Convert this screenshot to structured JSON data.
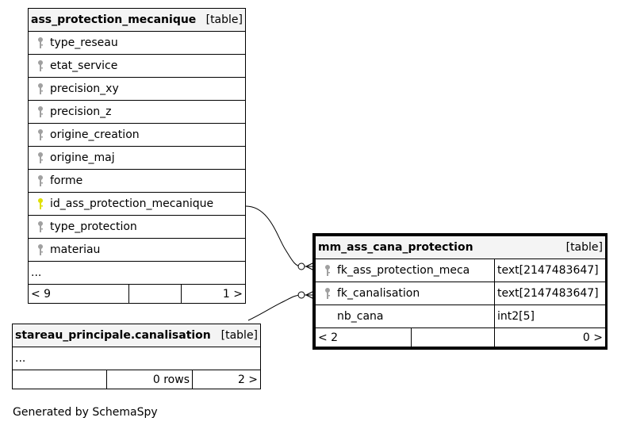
{
  "tables": {
    "ass_protection_mecanique": {
      "name": "ass_protection_mecanique",
      "type": "[table]",
      "columns": [
        {
          "name": "type_reseau",
          "key": "gray-key-icon"
        },
        {
          "name": "etat_service",
          "key": "gray-key-icon"
        },
        {
          "name": "precision_xy",
          "key": "gray-key-icon"
        },
        {
          "name": "precision_z",
          "key": "gray-key-icon"
        },
        {
          "name": "origine_creation",
          "key": "gray-key-icon"
        },
        {
          "name": "origine_maj",
          "key": "gray-key-icon"
        },
        {
          "name": "forme",
          "key": "gray-key-icon"
        },
        {
          "name": "id_ass_protection_mecanique",
          "key": "yellow-key-icon"
        },
        {
          "name": "type_protection",
          "key": "gray-key-icon"
        },
        {
          "name": "materiau",
          "key": "gray-key-icon"
        }
      ],
      "ellipsis": "...",
      "footer": {
        "parents": "< 9",
        "rows": "",
        "children": "1 >"
      }
    },
    "mm_ass_cana_protection": {
      "name": "mm_ass_cana_protection",
      "type": "[table]",
      "columns": [
        {
          "name": "fk_ass_protection_meca",
          "dtype": "text[2147483647]",
          "key": "gray-key-icon"
        },
        {
          "name": "fk_canalisation",
          "dtype": "text[2147483647]",
          "key": "gray-key-icon"
        },
        {
          "name": "nb_cana",
          "dtype": "int2[5]",
          "key": ""
        }
      ],
      "footer": {
        "parents": "< 2",
        "rows": "",
        "children": "0 >"
      }
    },
    "stareau_principale_canalisation": {
      "name": "stareau_principale.canalisation",
      "type": "[table]",
      "ellipsis": "...",
      "footer": {
        "parents": "",
        "rows": "0 rows",
        "children": "2 >"
      }
    }
  },
  "footer_text": "Generated by SchemaSpy",
  "colors": {
    "key_gray": "#a0a0a0",
    "key_yellow": "#e0e000",
    "header_bg": "#f4f4f4"
  }
}
